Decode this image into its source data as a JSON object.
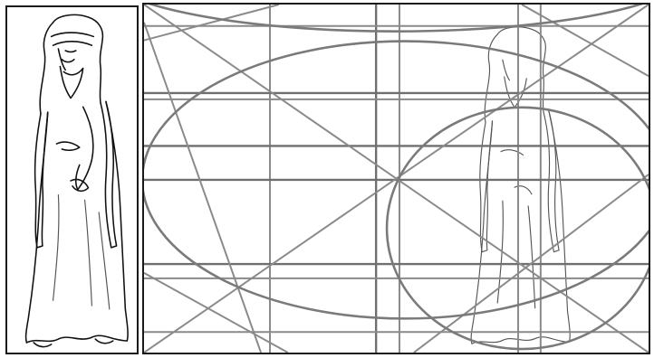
{
  "panels": {
    "left": {
      "content": "figure-line-drawing"
    },
    "right": {
      "content": "figure-line-drawing-with-composition-grid",
      "overlay": [
        "vertical-lines",
        "horizontal-lines",
        "diagonal-lines",
        "ellipses"
      ]
    }
  },
  "colors": {
    "figure_stroke": "#111111",
    "grid_stroke": "#8a8a8a",
    "frame_border": "#1a1a1a",
    "background": "#ffffff"
  }
}
